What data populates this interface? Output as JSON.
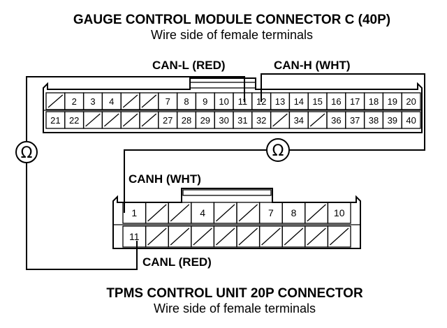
{
  "gauge_connector": {
    "title": "GAUGE CONTROL MODULE CONNECTOR C (40P)",
    "subtitle": "Wire side of female terminals",
    "top_row": [
      "",
      "2",
      "3",
      "4",
      "",
      "",
      "7",
      "8",
      "9",
      "10",
      "11",
      "12",
      "13",
      "14",
      "15",
      "16",
      "17",
      "18",
      "19",
      "20"
    ],
    "bottom_row": [
      "21",
      "22",
      "",
      "",
      "",
      "",
      "27",
      "28",
      "29",
      "30",
      "31",
      "32",
      "",
      "34",
      "",
      "36",
      "37",
      "38",
      "39",
      "40"
    ],
    "can_l_label": "CAN-L (RED)",
    "can_h_label": "CAN-H (WHT)"
  },
  "tpms_connector": {
    "title": "TPMS CONTROL UNIT 20P CONNECTOR",
    "subtitle": "Wire side of female terminals",
    "top_row": [
      "1",
      "",
      "",
      "4",
      "",
      "",
      "7",
      "8",
      "",
      "10"
    ],
    "bottom_row": [
      "11",
      "",
      "",
      "",
      "",
      "",
      "",
      "",
      "",
      ""
    ],
    "canh_label": "CANH (WHT)",
    "canl_label": "CANL (RED)"
  },
  "meters": {
    "left_symbol": "Ω",
    "right_symbol": "Ω"
  }
}
